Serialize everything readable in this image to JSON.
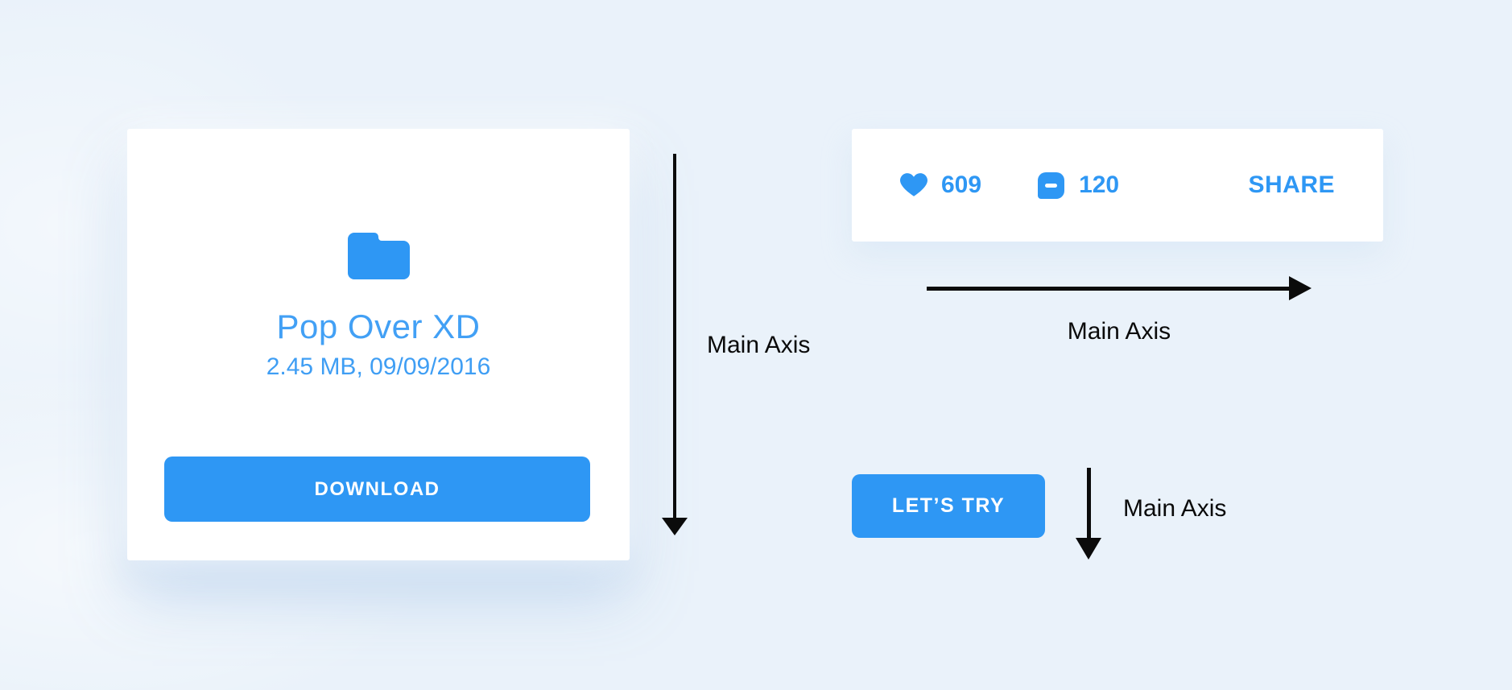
{
  "page": {
    "background_color": "#eaf2fa",
    "accent_blue": "#2e97f4",
    "text_blue": "#42a0f5",
    "arrow_color": "#0b0b0b",
    "card_color": "#ffffff"
  },
  "file_card": {
    "folder_icon": "folder-icon",
    "title": "Pop Over XD",
    "meta": "2.45 MB, 09/09/2016",
    "download_label": "DOWNLOAD"
  },
  "social_card": {
    "heart_icon": "heart-icon",
    "likes_count": "609",
    "chat_icon": "chat-minus-icon",
    "comments_count": "120",
    "share_label": "SHARE"
  },
  "try_button": {
    "label": "LET’S TRY"
  },
  "axis_labels": {
    "file_card_axis": "Main Axis",
    "social_card_axis": "Main Axis",
    "try_button_axis": "Main Axis"
  }
}
